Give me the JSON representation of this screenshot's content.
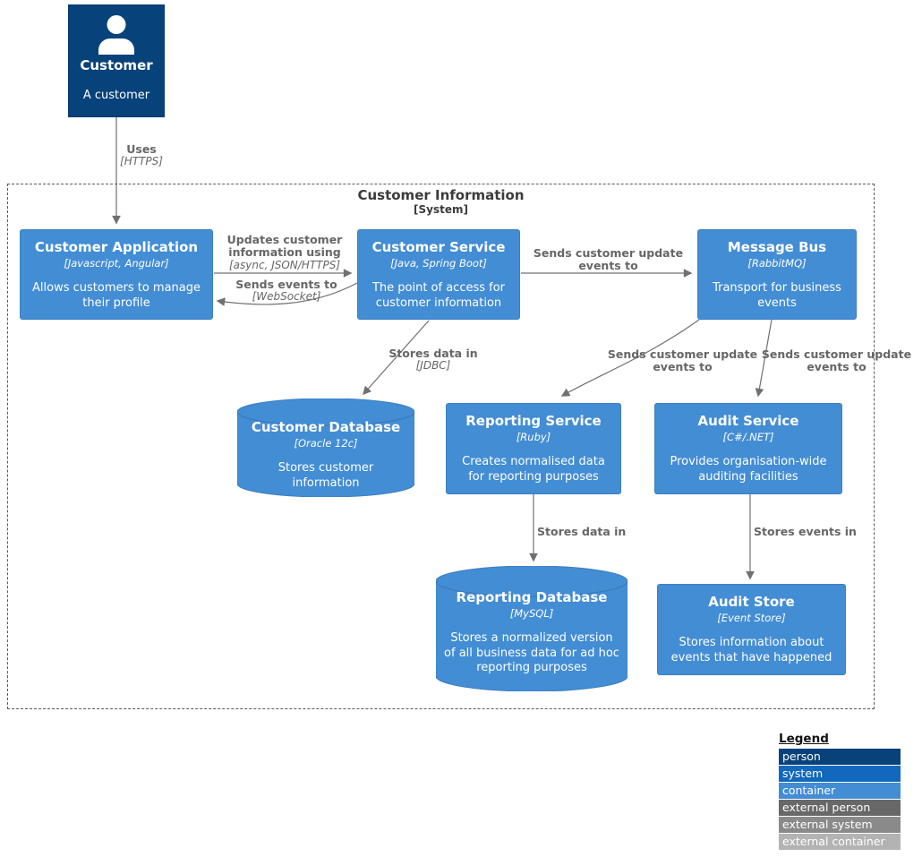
{
  "colors": {
    "person": "#08427b",
    "system": "#1168bd",
    "container": "#438dd5",
    "external_person": "#686868",
    "external_system": "#8a8a8a",
    "external_container": "#b3b3b3",
    "edge": "#707070"
  },
  "person": {
    "name": "Customer",
    "description": "A customer"
  },
  "boundary": {
    "title": "Customer Information",
    "subtitle": "[System]"
  },
  "nodes": {
    "customer_application": {
      "title": "Customer Application",
      "tech": "[Javascript, Angular]",
      "description": "Allows customers to manage their profile"
    },
    "customer_service": {
      "title": "Customer Service",
      "tech": "[Java, Spring Boot]",
      "description": "The point of access for customer information"
    },
    "message_bus": {
      "title": "Message Bus",
      "tech": "[RabbitMQ]",
      "description": "Transport for business events"
    },
    "customer_database": {
      "title": "Customer Database",
      "tech": "[Oracle 12c]",
      "description": "Stores customer information"
    },
    "reporting_service": {
      "title": "Reporting Service",
      "tech": "[Ruby]",
      "description": "Creates normalised data for reporting purposes"
    },
    "audit_service": {
      "title": "Audit Service",
      "tech": "[C#/.NET]",
      "description": "Provides organisation-wide auditing facilities"
    },
    "reporting_database": {
      "title": "Reporting Database",
      "tech": "[MySQL]",
      "description": "Stores a normalized version of all business data for ad hoc reporting purposes"
    },
    "audit_store": {
      "title": "Audit Store",
      "tech": "[Event Store]",
      "description": "Stores information about events that have happened"
    }
  },
  "edges": {
    "customer_uses_app": {
      "label": "Uses",
      "tech": "[HTTPS]"
    },
    "app_updates_service": {
      "label": "Updates customer information using",
      "tech": "[async, JSON/HTTPS]"
    },
    "service_sends_events_app": {
      "label": "Sends events to",
      "tech": "[WebSocket]"
    },
    "service_sends_updates_bus": {
      "label": "Sends customer update events to"
    },
    "service_stores_db": {
      "label": "Stores data in",
      "tech": "[JDBC]"
    },
    "bus_sends_updates_reporting": {
      "label": "Sends customer update events to"
    },
    "bus_sends_updates_audit": {
      "label": "Sends customer update events to"
    },
    "reporting_stores_db": {
      "label": "Stores data in"
    },
    "audit_stores_store": {
      "label": "Stores events in"
    }
  },
  "legend": {
    "title": "Legend",
    "items": [
      {
        "label": "person",
        "color": "#08427b"
      },
      {
        "label": "system",
        "color": "#1168bd"
      },
      {
        "label": "container",
        "color": "#438dd5"
      },
      {
        "label": "external person",
        "color": "#686868"
      },
      {
        "label": "external system",
        "color": "#8a8a8a"
      },
      {
        "label": "external container",
        "color": "#b3b3b3"
      }
    ]
  }
}
